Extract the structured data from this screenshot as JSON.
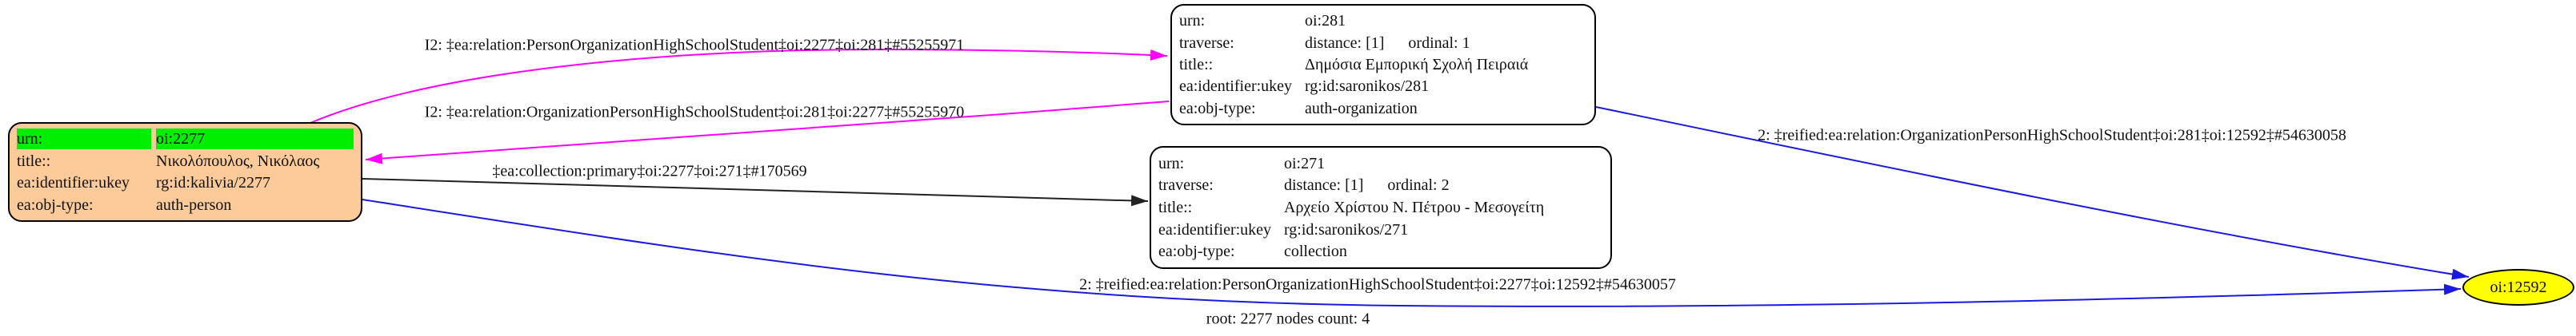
{
  "graph_label": "root: 2277 nodes count: 4",
  "colors": {
    "magenta": "#ff00ff",
    "blue": "#1919e0",
    "edge_black": "#222222",
    "person_fill": "#fccb99",
    "highlight": "#00ee00",
    "target_fill": "#ffff00"
  },
  "nodes": {
    "person": {
      "rows": [
        {
          "key": "urn:",
          "value": "oi:2277"
        },
        {
          "key": "title::",
          "value": "Νικολόπουλος, Νικόλαος"
        },
        {
          "key": "ea:identifier:ukey",
          "value": "rg:id:kalivia/2277"
        },
        {
          "key": "ea:obj-type:",
          "value": "auth-person"
        }
      ]
    },
    "organization": {
      "rows": [
        {
          "key": "urn:",
          "value": "oi:281"
        },
        {
          "key": "traverse:",
          "value": "distance: [1]",
          "value2": "ordinal: 1"
        },
        {
          "key": "title::",
          "value": "Δημόσια Εμπορική Σχολή Πειραιά"
        },
        {
          "key": "ea:identifier:ukey",
          "value": "rg:id:saronikos/281"
        },
        {
          "key": "ea:obj-type:",
          "value": "auth-organization"
        }
      ]
    },
    "collection": {
      "rows": [
        {
          "key": "urn:",
          "value": "oi:271"
        },
        {
          "key": "traverse:",
          "value": "distance: [1]",
          "value2": "ordinal: 2"
        },
        {
          "key": "title::",
          "value": "Αρχείο Χρίστου Ν. Πέτρου - Μεσογείτη"
        },
        {
          "key": "ea:identifier:ukey",
          "value": "rg:id:saronikos/271"
        },
        {
          "key": "ea:obj-type:",
          "value": "collection"
        }
      ]
    },
    "target": {
      "label": "oi:12592"
    }
  },
  "edges": {
    "person_to_org": {
      "label": "I2: ‡ea:relation:PersonOrganizationHighSchoolStudent‡oi:2277‡oi:281‡#55255971"
    },
    "org_to_person": {
      "label": "I2: ‡ea:relation:OrganizationPersonHighSchoolStudent‡oi:281‡oi:2277‡#55255970"
    },
    "person_to_coll": {
      "label": "‡ea:collection:primary‡oi:2277‡oi:271‡#170569"
    },
    "org_to_target": {
      "label": "2: ‡reified:ea:relation:OrganizationPersonHighSchoolStudent‡oi:281‡oi:12592‡#54630058"
    },
    "person_to_target": {
      "label": "2: ‡reified:ea:relation:PersonOrganizationHighSchoolStudent‡oi:2277‡oi:12592‡#54630057"
    }
  }
}
